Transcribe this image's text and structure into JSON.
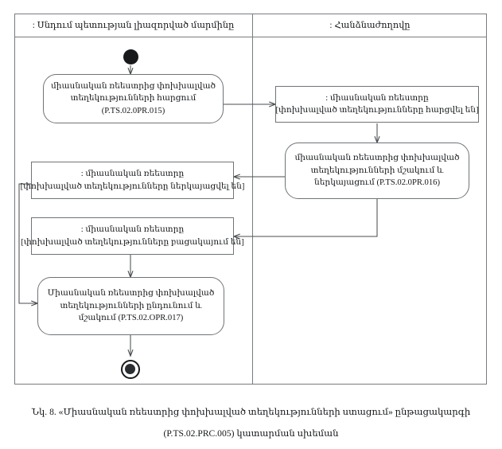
{
  "figure": {
    "type": "uml-activity-diagram",
    "caption_line_1": "Նկ. 8. «Միասնական ռեեստրից փոխխալված տեղեկությունների ստացում» ընթացակարգի",
    "caption_line_2": "(P.TS.02.PRC.005) կատարման սխեման"
  },
  "lanes": [
    {
      "id": "left-lane",
      "title": ": Սնդում պետության լիազորված մարմինը"
    },
    {
      "id": "right-lane",
      "title": ": Հանձնաժողովը"
    }
  ],
  "nodes": {
    "initial": {
      "kind": "initial-node",
      "label": ""
    },
    "activity_request": {
      "kind": "activity",
      "lane": "left-lane",
      "line1": "միասնական ռեեստրից փոխխալված",
      "line2": "տեղեկությունների հարցում",
      "line3": "(P.TS.02.0PR.015)"
    },
    "object_requested": {
      "kind": "object",
      "lane": "right-lane",
      "line1": ": միասնական ռեեստրը",
      "line2": "[փոխխալված տեղեկությունները հարցվել են]"
    },
    "activity_process": {
      "kind": "activity",
      "lane": "right-lane",
      "line1": "միասնական ռեեստրից փոխխալված",
      "line2": "տեղեկությունների մշակում և",
      "line3": "ներկայացում (P.TS.02.0PR.016)"
    },
    "object_presented": {
      "kind": "object",
      "lane": "left-lane",
      "line1": ": միասնական ռեեստրը",
      "line2": "[փոխխալված տեղեկությունները ներկայացվել են]"
    },
    "object_absent": {
      "kind": "object",
      "lane": "left-lane",
      "line1": ": միասնական ռեեստրը",
      "line2": "[փոխխալված տեղեկությունները բացակայում են]"
    },
    "activity_receive": {
      "kind": "activity",
      "lane": "left-lane",
      "line1": "Միասնական ռեեստրից փոխխալված",
      "line2": "տեղեկությունների ընդունում և",
      "line3": "մշակում (P.TS.02.OPR.017)"
    },
    "final": {
      "kind": "final-node",
      "label": ""
    }
  },
  "colors": {
    "border": "#6f7478",
    "frame": "#777b80",
    "connector": "#4a4d50",
    "text": "#15171a",
    "node_fill": "#ffffff",
    "page_background": "#ffffff",
    "initial_fill": "#17191b"
  }
}
